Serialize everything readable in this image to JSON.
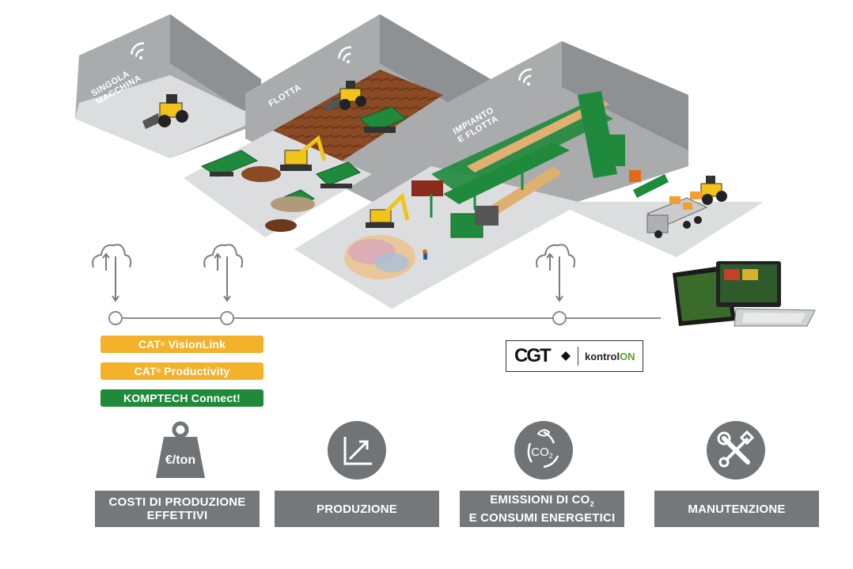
{
  "rooms": [
    {
      "label_line1": "SINGOLA",
      "label_line2": "MACCHINA"
    },
    {
      "label_line1": "FLOTTA",
      "label_line2": ""
    },
    {
      "label_line1": "IMPIANTO",
      "label_line2": "E FLOTTA"
    }
  ],
  "badges": [
    {
      "brand": "CAT",
      "reg": "®",
      "product": "VisionLink",
      "color": "#f3b22a"
    },
    {
      "brand": "CAT",
      "reg": "®",
      "product": "Productivity",
      "color": "#f3b22a"
    },
    {
      "label": "KOMPTECH Connect!",
      "color": "#218a3a"
    }
  ],
  "logo": {
    "left": "CGT",
    "right_prefix": "kontrol",
    "right_suffix": "ON"
  },
  "icons": [
    {
      "name": "weight-icon",
      "text": "€/ton"
    },
    {
      "name": "growth-chart-icon"
    },
    {
      "name": "co2-recycle-icon",
      "text_main": "CO",
      "text_sub": "2"
    },
    {
      "name": "tools-icon"
    }
  ],
  "categories": [
    {
      "line1": "COSTI DI PRODUZIONE",
      "line2": "EFFETTIVI"
    },
    {
      "line1": "PRODUZIONE",
      "line2": ""
    },
    {
      "line1": "EMISSIONI DI CO",
      "sub": "2",
      "line2": "E CONSUMI ENERGETICI"
    },
    {
      "line1": "MANUTENZIONE",
      "line2": ""
    }
  ],
  "colors": {
    "wall": "#a9abad",
    "wall_dark": "#8e9193",
    "floor": "#dcdddf",
    "dirt": "#8a4a24",
    "machine_yellow": "#f2c319",
    "machine_green": "#1f8a3b",
    "timeline": "#8a8d90",
    "category_bg": "#74787b"
  }
}
